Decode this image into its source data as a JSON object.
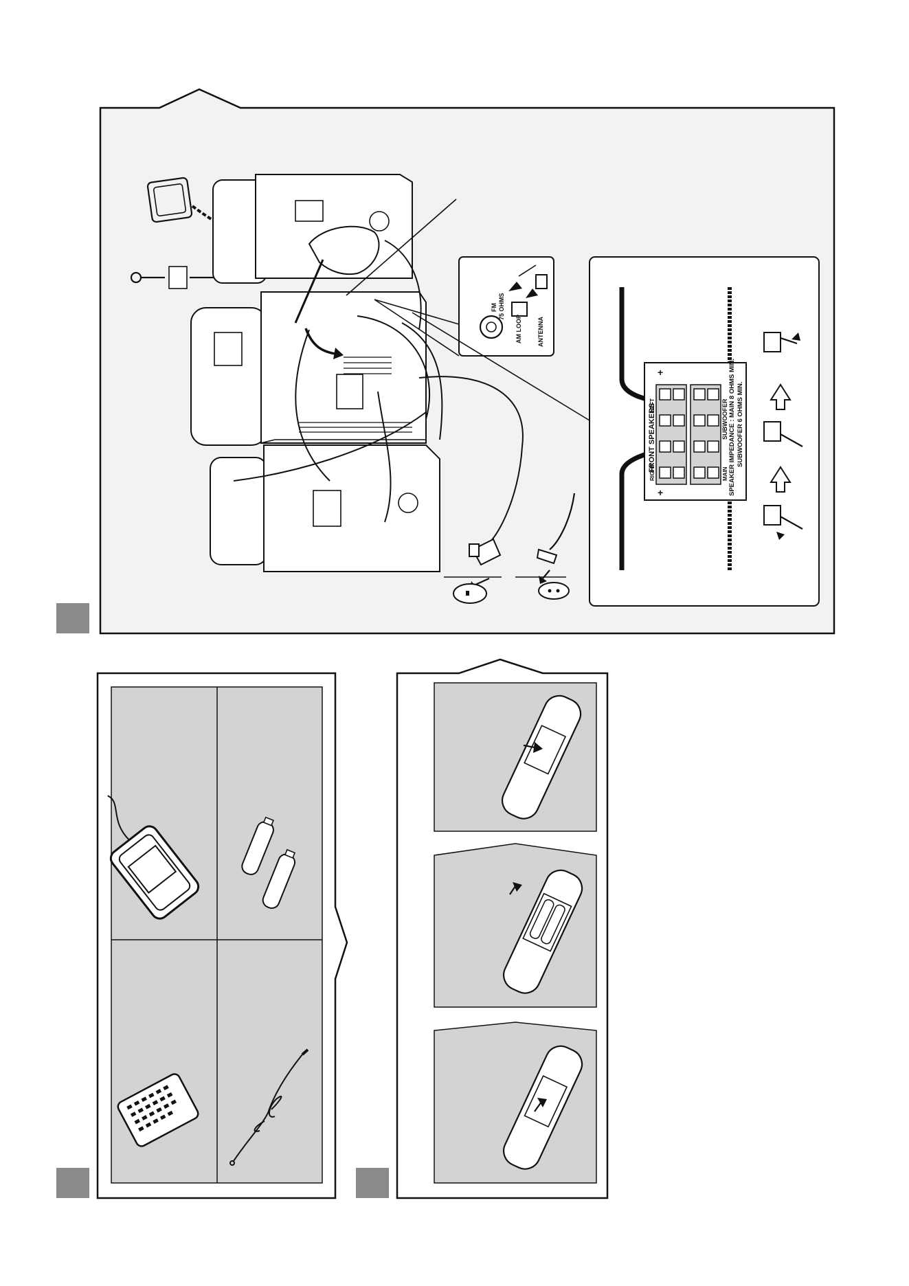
{
  "panel_main": {
    "number_box_color": "#8a8a8a",
    "frame_bg": "#f2f2f2",
    "antenna_inset": {
      "fm_label": "FM",
      "fm_ohms_label": "75 OHMS",
      "am_label": "AM LOOP",
      "antenna_label": "ANTENNA"
    },
    "speaker_inset": {
      "front_speakers_label": "FRONT SPEAKERS",
      "right_label": "RIGHT",
      "left_label": "LEFT",
      "subwoofer_label": "SUBWOOFER",
      "main_label": "MAIN",
      "impedance_line1": "SPEAKER IMPEDANCE : MAIN 8 OHMS MIN.",
      "impedance_line2": "SUBWOOFER 6 OHMS MIN.",
      "plus_sign": "+"
    }
  },
  "panel_accessories": {
    "number_box_color": "#8a8a8a",
    "cell_bg": "#d3d3d3",
    "items": [
      "am-loop-antenna",
      "batteries",
      "remote-control",
      "fm-wire-antenna"
    ]
  },
  "panel_batteries": {
    "number_box_color": "#8a8a8a",
    "step_bg": "#d3d3d3",
    "steps": [
      "open-cover",
      "insert-batteries",
      "close-cover"
    ]
  }
}
